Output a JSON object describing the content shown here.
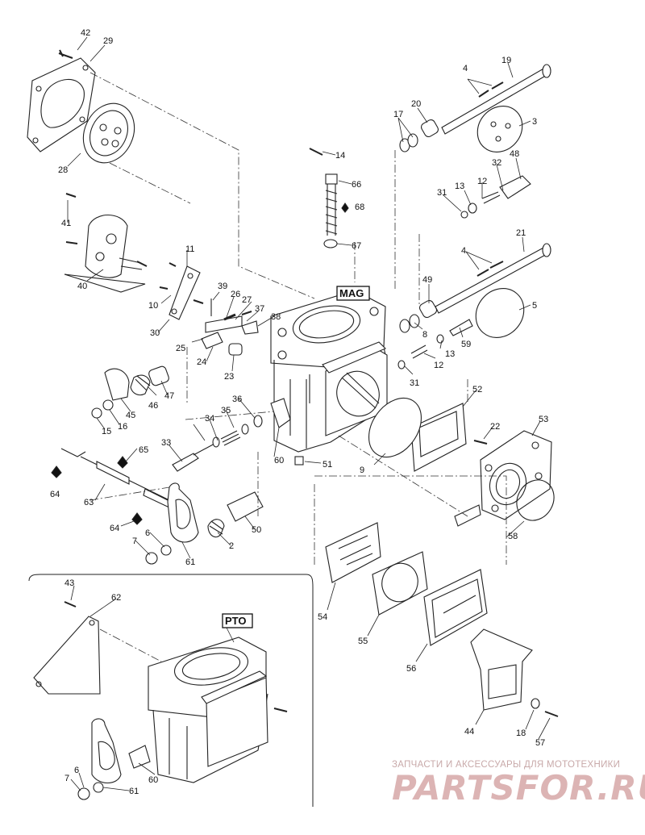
{
  "labels": {
    "l42": "42",
    "l29": "29",
    "l28": "28",
    "l41": "41",
    "l40": "40",
    "l11": "11",
    "l10": "10",
    "l30": "30",
    "l39": "39",
    "l26": "26",
    "l27": "27",
    "l37": "37",
    "l38": "38",
    "l25": "25",
    "l24": "24",
    "l23": "23",
    "l46": "46",
    "l47": "47",
    "l45": "45",
    "l16": "16",
    "l15": "15",
    "l36": "36",
    "l35": "35",
    "l34": "34",
    "l33": "33",
    "l65": "65",
    "l64a": "64",
    "l63": "63",
    "l64b": "64",
    "l6a": "6",
    "l7a": "7",
    "l61a": "61",
    "l2": "2",
    "l50": "50",
    "l60a": "60",
    "l51": "51",
    "l14": "14",
    "l66": "66",
    "l68": "68",
    "l67": "67",
    "l17": "17",
    "l20": "20",
    "l4a": "4",
    "l19": "19",
    "l3": "3",
    "l48": "48",
    "l32": "32",
    "l12a": "12",
    "l13a": "13",
    "l31a": "31",
    "l21": "21",
    "l4b": "4",
    "l5": "5",
    "l49": "49",
    "l8": "8",
    "l59": "59",
    "l13b": "13",
    "l12b": "12",
    "l31b": "31",
    "l52": "52",
    "l9": "9",
    "l22": "22",
    "l53": "53",
    "l58": "58",
    "l54": "54",
    "l55": "55",
    "l56": "56",
    "l44": "44",
    "l18": "18",
    "l57": "57",
    "l43": "43",
    "l62": "62",
    "l6b": "6",
    "l7b": "7",
    "l61b": "61",
    "l60b": "60"
  },
  "boxes": {
    "mag": "MAG",
    "pto": "PTO"
  },
  "watermark": {
    "tagline": "ЗАПЧАСТИ И АКСЕССУАРЫ ДЛЯ МОТОТЕХНИКИ",
    "logo": "PARTSFOR.RU"
  }
}
